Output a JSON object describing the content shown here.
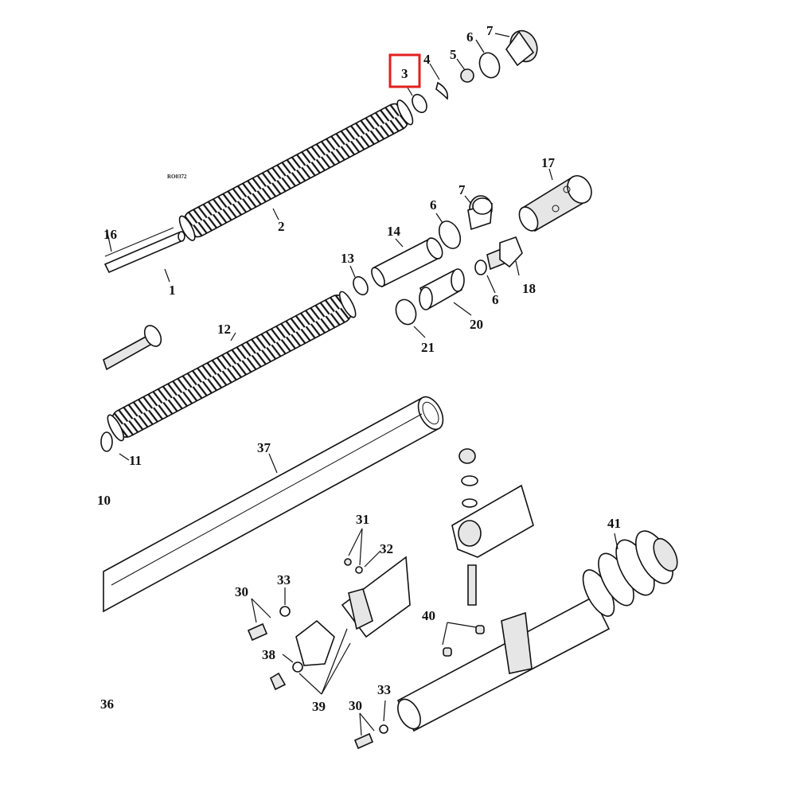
{
  "diagram_code": "RO0372",
  "highlight": {
    "label": "3",
    "color": "#e0201e"
  },
  "labels": {
    "l3": "3",
    "l4": "4",
    "l5": "5",
    "l6a": "6",
    "l7a": "7",
    "l17": "17",
    "l2": "2",
    "l16": "16",
    "l1": "1",
    "l6b": "6",
    "l7b": "7",
    "l14": "14",
    "l13": "13",
    "l18": "18",
    "l6c": "6",
    "l20": "20",
    "l21": "21",
    "l12": "12",
    "l11": "11",
    "l37": "37",
    "l10": "10",
    "l31": "31",
    "l32": "32",
    "l33a": "33",
    "l30a": "30",
    "l38": "38",
    "l39": "39",
    "l40": "40",
    "l41": "41",
    "l36": "36",
    "l30b": "30",
    "l33b": "33"
  }
}
